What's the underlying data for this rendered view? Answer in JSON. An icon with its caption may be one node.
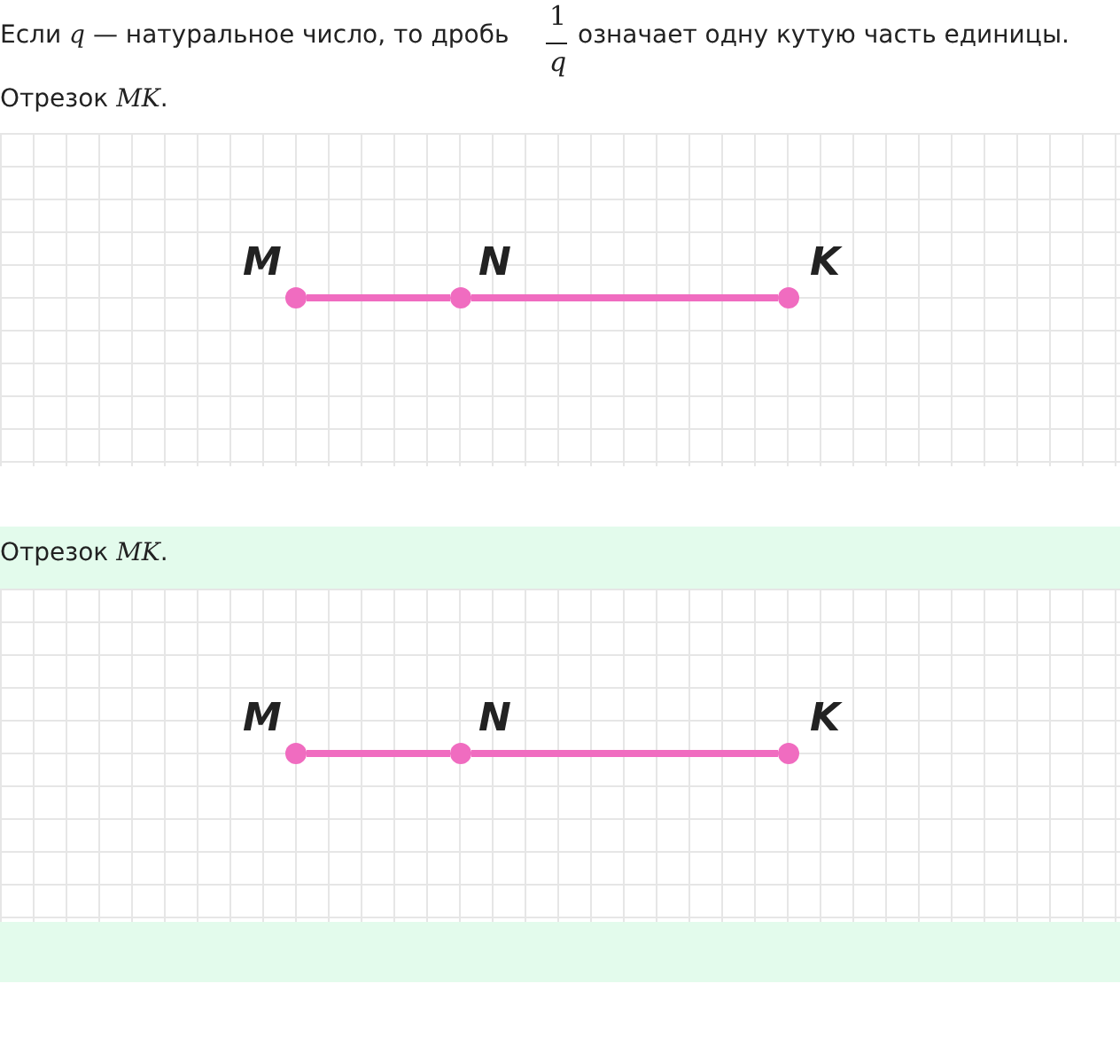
{
  "diagram": {
    "nodes": [
      {
        "text": [],
        "shape": "circle",
        "beside": [
          "M"
        ]
      },
      {
        "text": [],
        "shape": "circle",
        "beside": [
          "N"
        ]
      },
      {
        "text": [],
        "shape": "circle",
        "beside": [
          "K"
        ]
      },
      {
        "text": [],
        "shape": "circle",
        "beside": [
          "M"
        ]
      },
      {
        "text": [],
        "shape": "circle",
        "beside": [
          "N"
        ]
      },
      {
        "text": [],
        "shape": "circle",
        "beside": [
          "K"
        ]
      }
    ],
    "edges": [
      {
        "from": 0,
        "to": 1,
        "arrow": "none"
      },
      {
        "from": 1,
        "to": 2,
        "arrow": "none"
      },
      {
        "from": 3,
        "to": 4,
        "arrow": "none"
      },
      {
        "from": 4,
        "to": 5,
        "arrow": "none"
      }
    ],
    "labels": [
      "Если *q* — натуральное число, то дробь",
      "1",
      "q",
      "означает одну кутую часть единицы.",
      "Отрезок *MK*.",
      "Отрезок *MK*."
    ]
  }
}
